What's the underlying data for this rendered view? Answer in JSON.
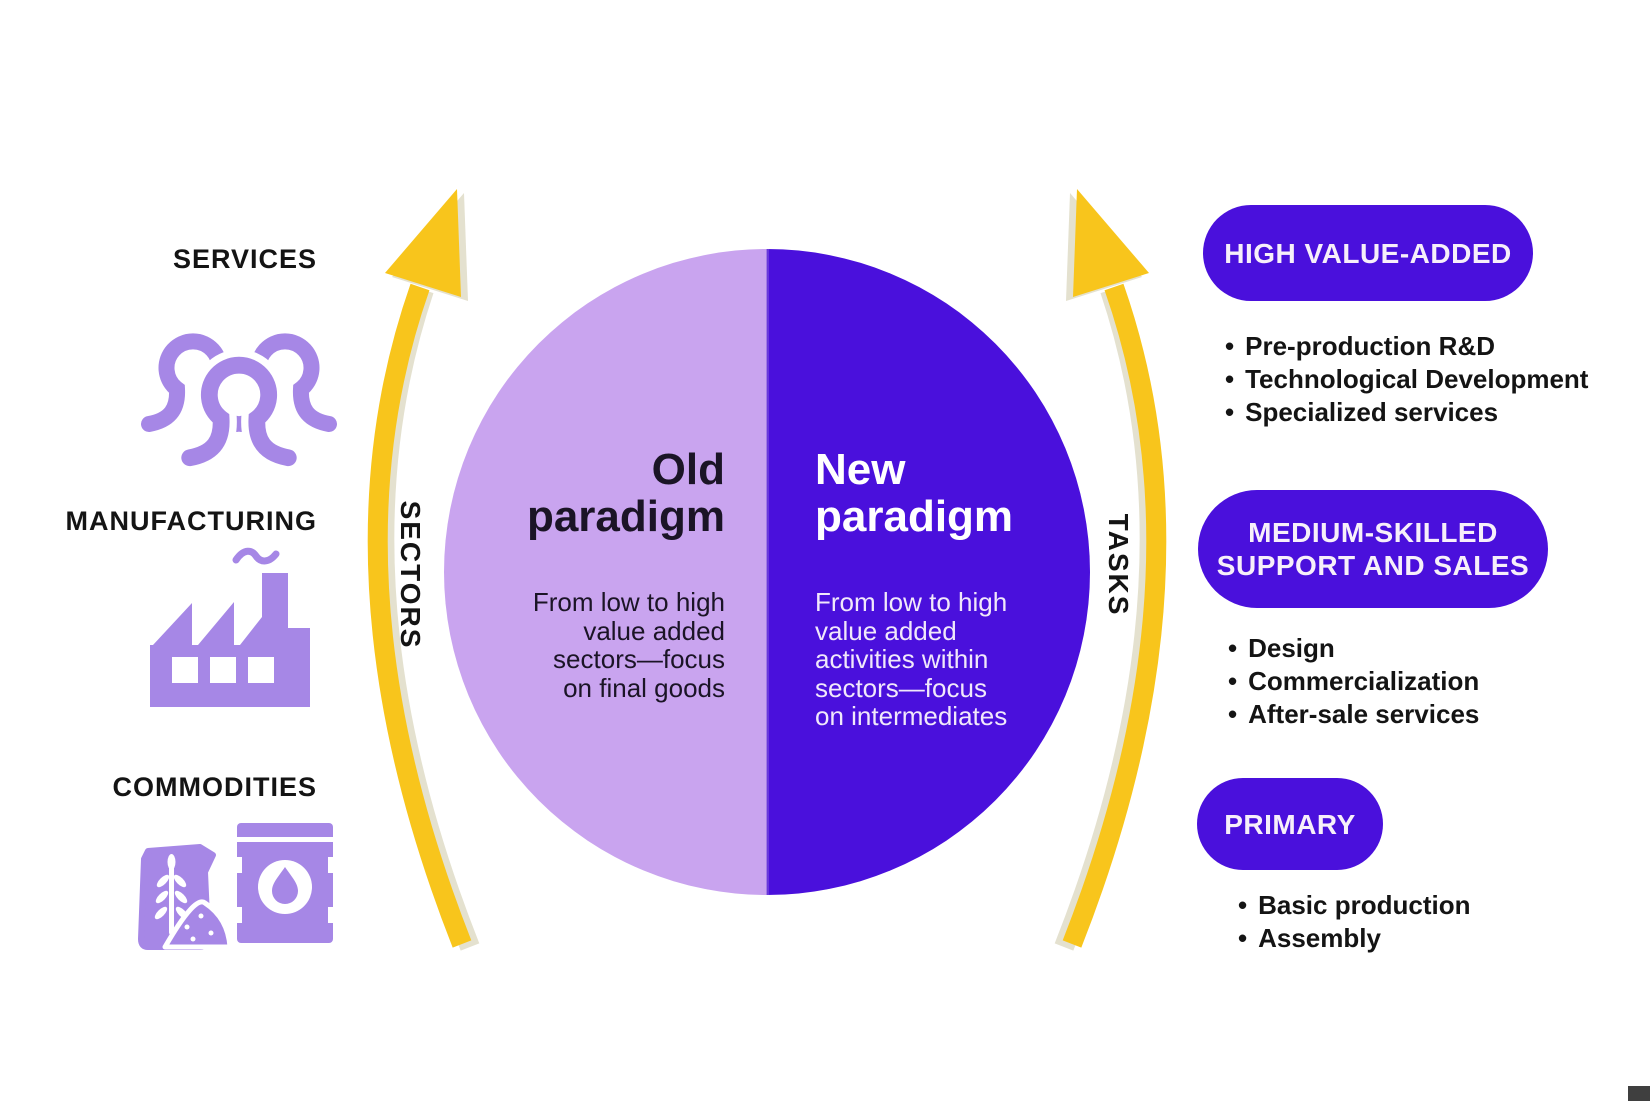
{
  "ui": {
    "bullet_char": "•"
  },
  "left_sectors": {
    "axis_label": "SECTORS",
    "items": [
      {
        "label": "SERVICES",
        "icon": "people-icon"
      },
      {
        "label": "MANUFACTURING",
        "icon": "factory-icon"
      },
      {
        "label": "COMMODITIES",
        "icon": "grain-sack-and-oil-barrel-icon"
      }
    ]
  },
  "circle": {
    "old": {
      "title": "Old paradigm",
      "title_lines": [
        "Old",
        "paradigm"
      ],
      "description": "From low to high value added sectors—focus on final goods",
      "description_lines": [
        "From low to high",
        "value added",
        "sectors—focus",
        "on final goods"
      ]
    },
    "new": {
      "title": "New paradigm",
      "title_lines": [
        "New",
        "paradigm"
      ],
      "description": "From low to high value added activities within sectors—focus on intermediates",
      "description_lines": [
        "From low to high",
        "value added",
        "activities within",
        "sectors—focus",
        "on intermediates"
      ]
    }
  },
  "right_tasks": {
    "axis_label": "TASKS",
    "groups": [
      {
        "badge": "HIGH VALUE-ADDED",
        "bullets": [
          "Pre-production R&D",
          "Technological Development",
          "Specialized services"
        ]
      },
      {
        "badge": "MEDIUM-SKILLED SUPPORT AND SALES",
        "badge_lines": [
          "MEDIUM-SKILLED",
          "SUPPORT AND SALES"
        ],
        "bullets": [
          "Design",
          "Commercialization",
          "After-sale services"
        ]
      },
      {
        "badge": "PRIMARY",
        "bullets": [
          "Basic production",
          "Assembly"
        ]
      }
    ]
  },
  "colors": {
    "accent_yellow": "#F8C51C",
    "arrow_shadow": "#E4E1CF",
    "light_purple": "#C9A4EF",
    "deep_purple": "#4A10DC",
    "icon_purple": "#A687E6",
    "badge_text": "#F7EFFA",
    "text_dark": "#141414"
  }
}
